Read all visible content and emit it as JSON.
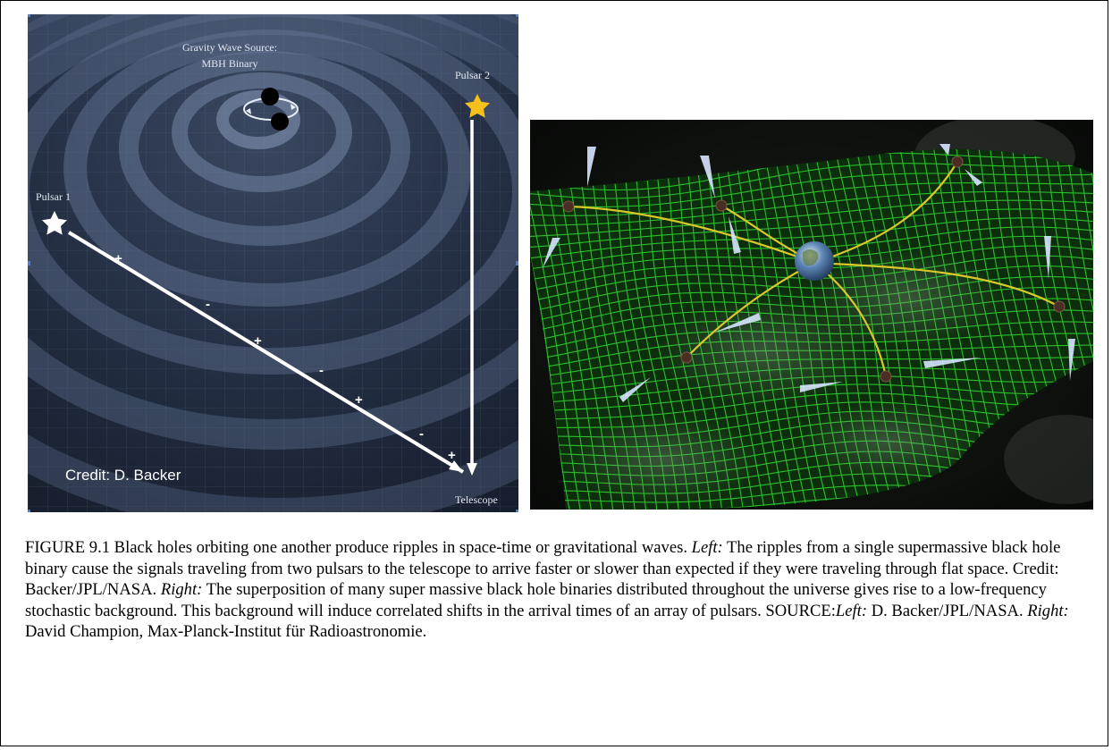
{
  "left_panel": {
    "source_label_line1": "Gravity Wave Source:",
    "source_label_line2": "MBH Binary",
    "pulsar1_label": "Pulsar 1",
    "pulsar2_label": "Pulsar 2",
    "telescope_label": "Telescope",
    "credit": "Credit: D. Backer",
    "path_signs": [
      "+",
      "-",
      "+",
      "-",
      "+",
      "-",
      "+"
    ]
  },
  "caption": {
    "part1": "FIGURE 9.1  Black holes orbiting one another produce ripples in space-time or gravitational waves. ",
    "left1": "Left:",
    "part2": " The ripples from a single supermassive black hole binary cause the signals traveling from two pulsars to the telescope to arrive faster or slower than expected if they were traveling through flat space. Credit: Backer/JPL/NASA. ",
    "right1": "Right:",
    "part3": " The superposition of many super massive black hole binaries distributed throughout the universe gives rise to a low-frequency stochastic background. This background will induce correlated shifts in the arrival times of an array of pulsars. SOURCE:",
    "left2": "Left:",
    "part4": " D. Backer/JPL/NASA. ",
    "right2": "Right:",
    "part5": " David Champion, Max-Planck-Institut für Radioastronomie."
  },
  "colors": {
    "wave_background": "#1f2a3d",
    "grid_green": "#2fd02f",
    "path_yellow": "#d8c82a",
    "star_yellow": "#f5c01a"
  }
}
